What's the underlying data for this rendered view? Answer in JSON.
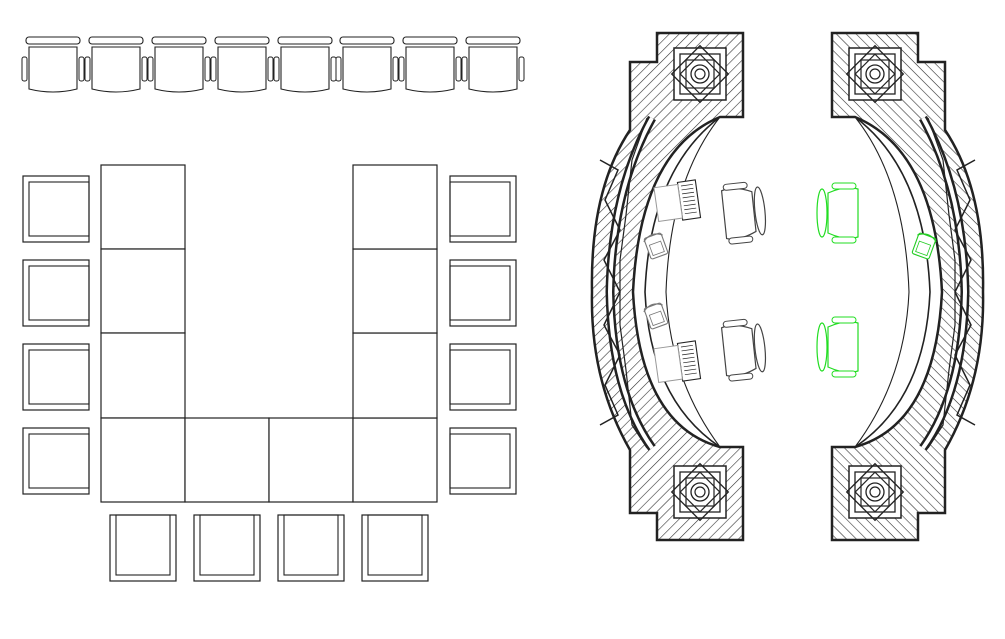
{
  "drawing": {
    "background": "#ffffff",
    "line_color": "#1a1a1a",
    "faded_color": "#9a9a9a",
    "accent_color": "#22dd22",
    "hatch_color": "#333333"
  },
  "left_plan": {
    "top_chair_row": {
      "count": 8,
      "icon": "armchair-icon"
    },
    "u_table": {
      "left_leg_blocks": 4,
      "right_leg_blocks": 4,
      "bottom_blocks": 4
    },
    "side_chairs": {
      "left_count": 4,
      "right_count": 4,
      "bottom_count": 4,
      "icon": "square-chair-icon"
    }
  },
  "right_plan": {
    "reception_desks": {
      "count": 2,
      "style": "curved",
      "corner_ornament": "star-medallion-icon"
    },
    "staff_chairs": {
      "count": 2,
      "icon": "office-chair-icon"
    },
    "visitor_chairs": {
      "count": 2,
      "color": "green",
      "icon": "office-chair-icon"
    },
    "phones": {
      "count": 3,
      "icon": "telephone-icon"
    },
    "laptops": {
      "count": 2,
      "icon": "laptop-icon"
    }
  }
}
